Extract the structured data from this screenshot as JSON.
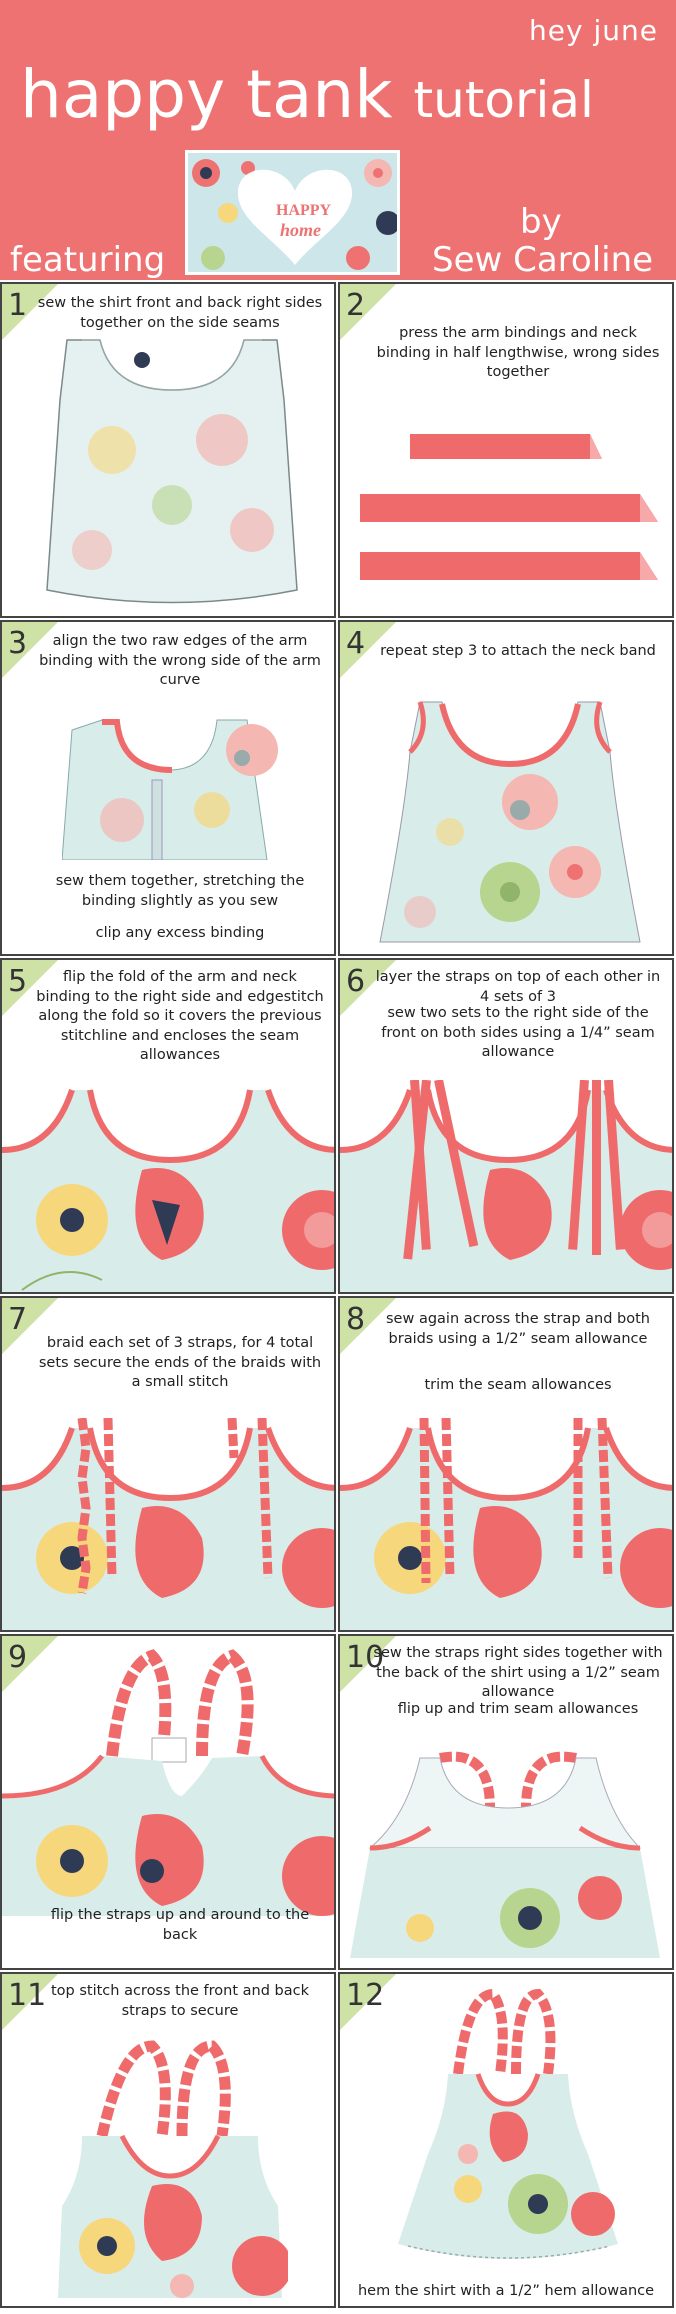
{
  "header": {
    "brand": "hey june",
    "title_main": "happy tank",
    "title_sub": "tutorial",
    "featuring": "featuring",
    "logo_line1": "HAPPY",
    "logo_line2": "home",
    "by": "by",
    "by_name": "Sew Caroline"
  },
  "colors": {
    "header_bg": "#ef7272",
    "binding": "#ef6b6b",
    "fabric": "#d8ecea",
    "corner": "#cfe2a6",
    "flower_pink": "#f4b7b2",
    "flower_yellow": "#f6d77c",
    "flower_green": "#b7d58f",
    "navy": "#2f3a55"
  },
  "steps": [
    {
      "number": "1",
      "text": "sew the shirt front and back right sides together on the side seams"
    },
    {
      "number": "2",
      "text": "press the arm bindings and neck binding in half lengthwise, wrong sides together"
    },
    {
      "number": "3",
      "text": "align the two raw edges of the arm binding with the wrong side of the arm curve",
      "text2": "sew them together, stretching the binding slightly as you sew",
      "text3": "clip any excess binding"
    },
    {
      "number": "4",
      "text": "repeat step 3 to attach the neck band"
    },
    {
      "number": "5",
      "text": "flip the fold of the arm and neck binding to the right side and edgestitch along the fold so it covers the previous stitchline and encloses the seam allowances"
    },
    {
      "number": "6",
      "text": "layer the straps on top of each other in 4 sets of 3",
      "text2": "sew two sets to the right side of the front on both sides using a 1/4” seam allowance"
    },
    {
      "number": "7",
      "text": "braid each set of 3 straps, for 4 total sets secure the ends of the braids with a small stitch"
    },
    {
      "number": "8",
      "text": "sew again across the strap and both braids using a 1/2” seam allowance",
      "text2": "trim the seam allowances"
    },
    {
      "number": "9",
      "text": "flip the straps up and around to the back"
    },
    {
      "number": "10",
      "text": "sew the straps right sides together with the back of the shirt using a 1/2” seam allowance",
      "text2": "flip up and trim seam allowances"
    },
    {
      "number": "11",
      "text": "top stitch across the front and back straps to secure"
    },
    {
      "number": "12",
      "text": "hem the shirt with a 1/2” hem allowance"
    }
  ]
}
